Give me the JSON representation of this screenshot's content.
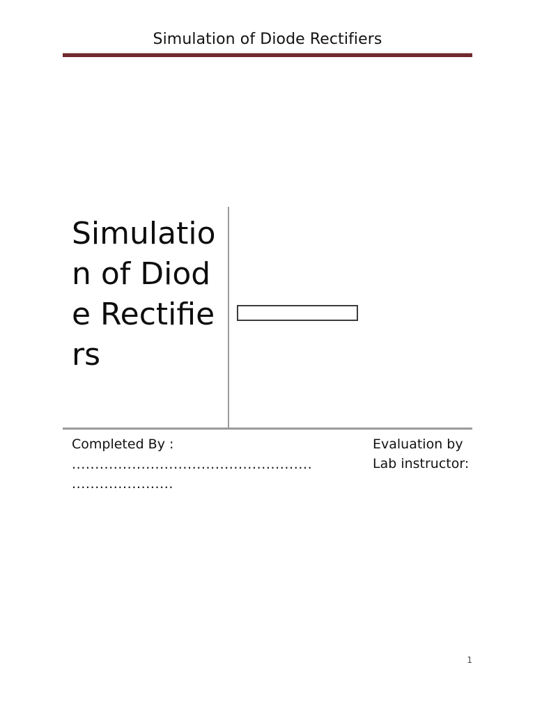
{
  "document": {
    "header": {
      "title": "Simulation of Diode Rectifiers",
      "rule_color": "#70292e"
    },
    "cover": {
      "title": "Simulation of Diode Rectifiers",
      "field_box_value": "",
      "divider_color": "#9a9a9a",
      "field_box_border_color": "#3b3b3b"
    },
    "footer": {
      "completed_by_label": "Completed By :",
      "dotted_line_long": "....................................................",
      "dotted_line_short": "......................",
      "evaluation_label": "Evaluation by Lab instructor:"
    },
    "page_number": "1"
  }
}
